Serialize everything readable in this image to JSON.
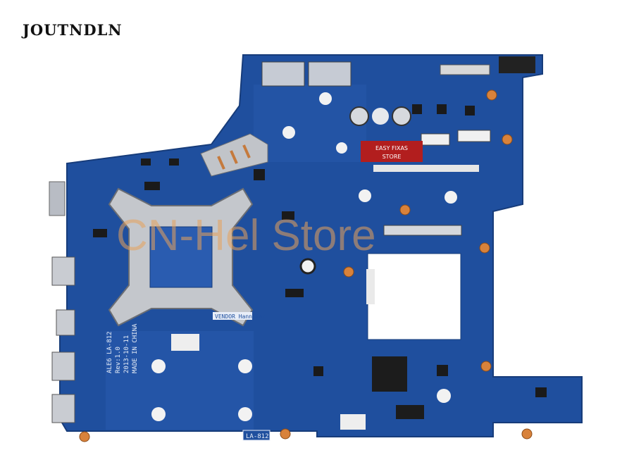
{
  "brand": {
    "name": "JOUTNDLN"
  },
  "watermark": {
    "text": "CN-Hel Store",
    "color": "#e8a25a"
  },
  "board": {
    "color": "#1f4f9e",
    "vendor_label": "VENDOR HannStar",
    "model_label": "LA-812",
    "silkscreen": [
      "ALE6 LA-812",
      "Rev:1.0",
      "2013-10-11",
      "MADE IN CHINA"
    ],
    "sticker": [
      "EASY FIXAS",
      "STORE"
    ]
  }
}
